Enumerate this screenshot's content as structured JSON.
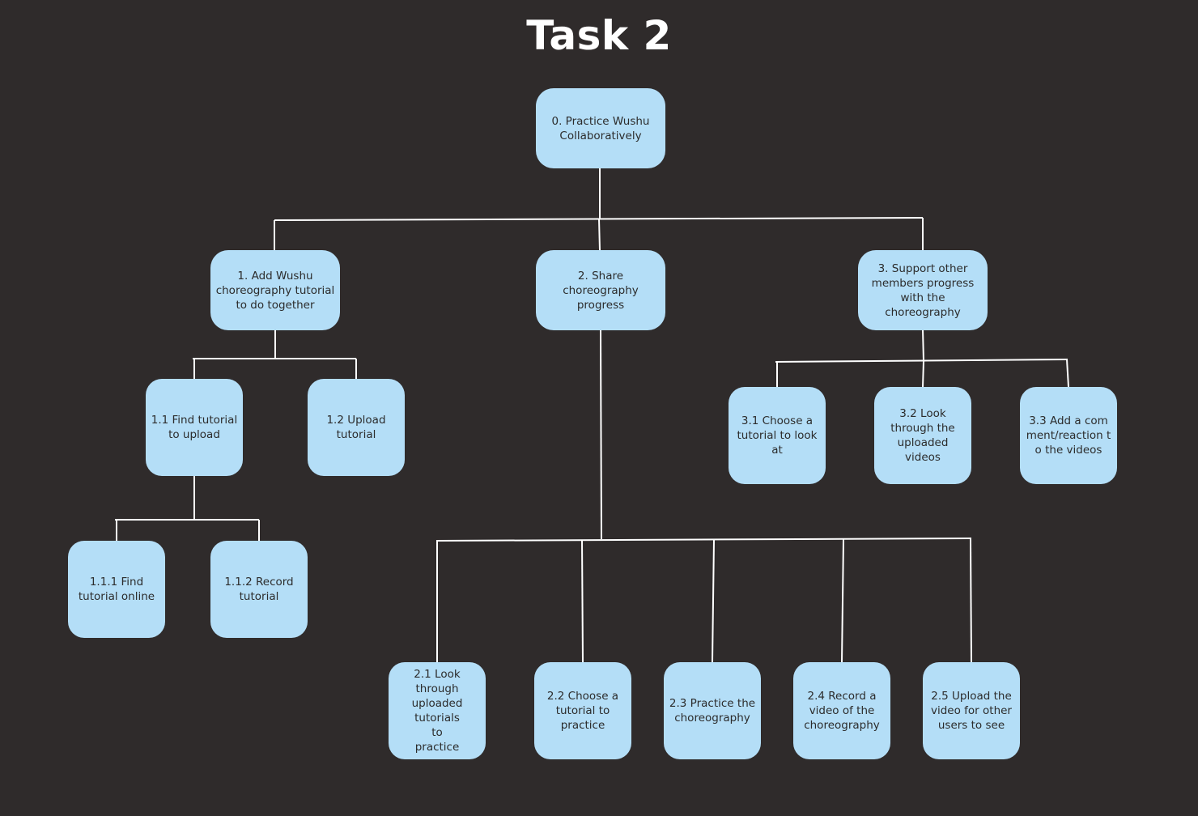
{
  "title": "Task 2",
  "nodes": {
    "n0": "0. Practice Wushu Collaboratively",
    "n1": "1. Add Wushu choreography tutorial to do together",
    "n2": "2. Share choreography progress",
    "n3": "3. Support other members progress with the choreography",
    "n1_1": "1.1 Find tutorial to upload",
    "n1_2": "1.2 Upload tutorial",
    "n1_1_1": "1.1.1 Find tutorial online",
    "n1_1_2": "1.1.2 Record tutorial",
    "n3_1": "3.1 Choose a tutorial to look at",
    "n3_2": "3.2 Look through the uploaded videos",
    "n3_3": "3.3 Add a comment/reaction to the videos",
    "n2_1": "2.1 Look through uploaded tutorials to practice",
    "n2_2": "2.2 Choose a tutorial to practice",
    "n2_3": "2.3 Practice the choreography",
    "n2_4": "2.4 Record a video of the choreography",
    "n2_5": "2.5 Upload the video for other users to see"
  },
  "colors": {
    "background": "#2f2b2b",
    "node_fill": "#b4def7",
    "node_text": "#2c2c2c",
    "connector": "#ffffff",
    "title": "#ffffff"
  }
}
